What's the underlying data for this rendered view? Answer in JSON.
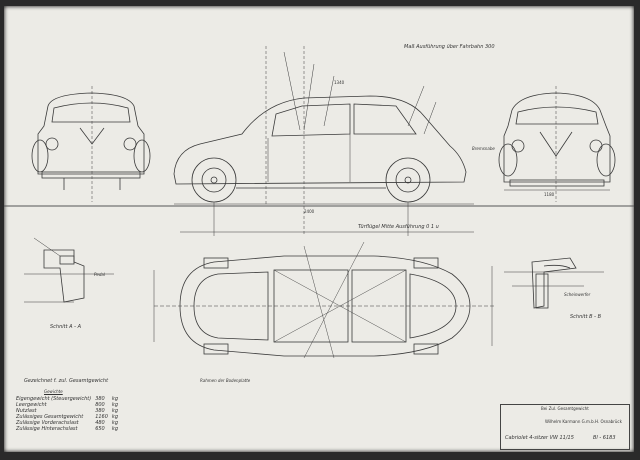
{
  "labels": {
    "section_aa": "Schnitt A - A",
    "section_bb": "Schnitt B - B",
    "door_note": "Türflügel Mitte Ausführung 0 1 u",
    "notes_title": "Gezeichnet f. zul. Gesamtgewicht",
    "weights_header": "Gewichte",
    "floor_note": "Rahmen der Bodenplatte",
    "brake_label": "Bremsnabe",
    "pedal_label": "Pedal",
    "headlamp_label": "Scheinwerfer",
    "dim_top": "Maß Ausführung über Fahrbahn 300",
    "dim_1": "1340",
    "dim_2": "2400",
    "dim_3": "1180"
  },
  "weights": [
    {
      "label": "Eigengewicht (Steuergewicht)",
      "value": "380",
      "unit": "kg"
    },
    {
      "label": "Leergewicht",
      "value": "800",
      "unit": "kg"
    },
    {
      "label": "Nutzlast",
      "value": "380",
      "unit": "kg"
    },
    {
      "label": "Zulässiges Gesamtgewicht",
      "value": "1160",
      "unit": "kg"
    },
    {
      "label": "Zulässige Vorderachslast",
      "value": "480",
      "unit": "kg"
    },
    {
      "label": "Zulässige Hinterachslast",
      "value": "650",
      "unit": "kg"
    }
  ],
  "title_block": {
    "company": "Wilhelm Karmann G.m.b.H. Osnabrück",
    "title": "Cabriolet 4-sitzer VW 11/15",
    "number": "Bl - 6183",
    "header": "Bei Zul. Gesamtgewicht"
  }
}
